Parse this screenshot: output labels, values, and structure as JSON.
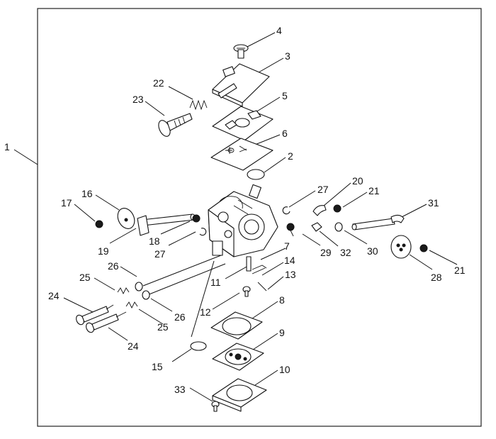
{
  "diagram": {
    "callouts": [
      {
        "id": "c1",
        "label": "1"
      },
      {
        "id": "c4",
        "label": "4"
      },
      {
        "id": "c3",
        "label": "3"
      },
      {
        "id": "c22",
        "label": "22"
      },
      {
        "id": "c23",
        "label": "23"
      },
      {
        "id": "c5",
        "label": "5"
      },
      {
        "id": "c6",
        "label": "6"
      },
      {
        "id": "c2",
        "label": "2"
      },
      {
        "id": "c27a",
        "label": "27"
      },
      {
        "id": "c20",
        "label": "20"
      },
      {
        "id": "c21a",
        "label": "21"
      },
      {
        "id": "c16",
        "label": "16"
      },
      {
        "id": "c17",
        "label": "17"
      },
      {
        "id": "c31",
        "label": "31"
      },
      {
        "id": "c18",
        "label": "18"
      },
      {
        "id": "c19",
        "label": "19"
      },
      {
        "id": "c27b",
        "label": "27"
      },
      {
        "id": "c29",
        "label": "29"
      },
      {
        "id": "c32",
        "label": "32"
      },
      {
        "id": "c30",
        "label": "30"
      },
      {
        "id": "c21b",
        "label": "21"
      },
      {
        "id": "c28",
        "label": "28"
      },
      {
        "id": "c7",
        "label": "7"
      },
      {
        "id": "c14",
        "label": "14"
      },
      {
        "id": "c26a",
        "label": "26"
      },
      {
        "id": "c11",
        "label": "11"
      },
      {
        "id": "c13",
        "label": "13"
      },
      {
        "id": "c25a",
        "label": "25"
      },
      {
        "id": "c24a",
        "label": "24"
      },
      {
        "id": "c26b",
        "label": "26"
      },
      {
        "id": "c12",
        "label": "12"
      },
      {
        "id": "c8",
        "label": "8"
      },
      {
        "id": "c25b",
        "label": "25"
      },
      {
        "id": "c24b",
        "label": "24"
      },
      {
        "id": "c9",
        "label": "9"
      },
      {
        "id": "c15",
        "label": "15"
      },
      {
        "id": "c10",
        "label": "10"
      },
      {
        "id": "c33",
        "label": "33"
      }
    ]
  }
}
